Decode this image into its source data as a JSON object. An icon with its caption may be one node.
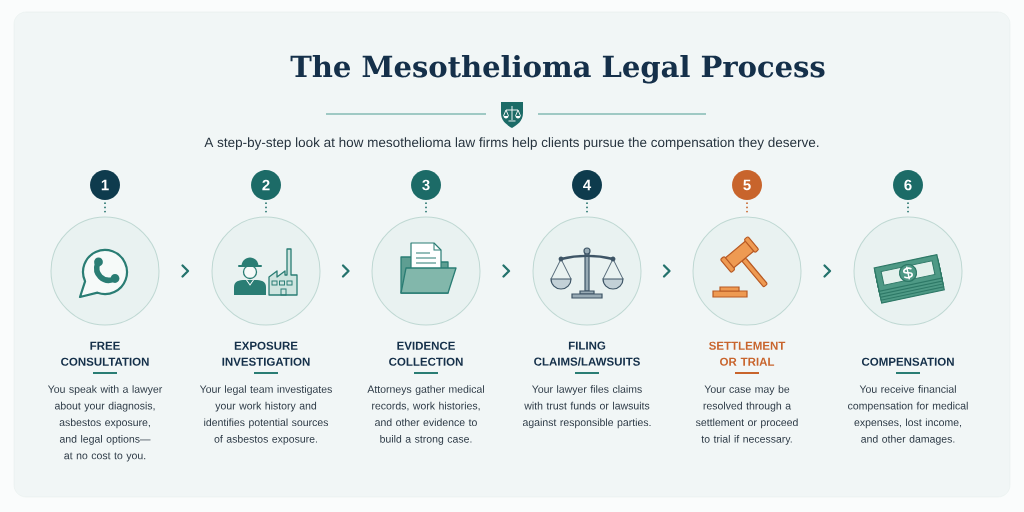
{
  "diagram": {
    "title": "The Mesothelioma Legal Process",
    "nodes": [
      {
        "text": [
          "1"
        ]
      },
      {
        "text": [],
        "shape": "circle",
        "beside": [
          "FREE CONSULTATION",
          "You speak with a lawyer about your diagnosis, asbestos exposure, and legal options—at no cost to you."
        ]
      },
      {
        "text": [
          "2"
        ]
      },
      {
        "text": [],
        "shape": "circle",
        "beside": [
          "EXPOSURE INVESTIGATION",
          "Your legal team investigates your work history and identifies potential sources of asbestos exposure."
        ]
      },
      {
        "text": [
          "3"
        ]
      },
      {
        "text": [],
        "shape": "circle",
        "beside": [
          "EVIDENCE COLLECTION",
          "Attorneys gather medical records, work histories, and other evidence to build a strong case."
        ]
      },
      {
        "text": [
          "4"
        ]
      },
      {
        "text": [],
        "shape": "circle",
        "beside": [
          "FILING CLAIMS/LAWSUITS",
          "Your lawyer files claims with trust funds or lawsuits against responsible parties."
        ]
      },
      {
        "text": [
          "5"
        ]
      },
      {
        "text": [],
        "shape": "circle",
        "beside": [
          "SETTLEMENT OR TRIAL",
          "Your case may be resolved through a settlement or proceed to trial if necessary."
        ]
      },
      {
        "text": [
          "6"
        ]
      },
      {
        "text": [],
        "shape": "circle",
        "beside": [
          "COMPENSATION",
          "You receive financial compensation for medical expenses, lost income, and other damages."
        ]
      }
    ],
    "edges": [
      {
        "from": 0,
        "to": 1,
        "arrow": "none",
        "style": "dashed"
      },
      {
        "from": 1,
        "to": 3,
        "arrow": "to"
      },
      {
        "from": 2,
        "to": 3,
        "arrow": "none",
        "style": "dashed"
      },
      {
        "from": 3,
        "to": 5,
        "arrow": "to"
      },
      {
        "from": 4,
        "to": 5,
        "arrow": "none",
        "style": "dashed"
      },
      {
        "from": 5,
        "to": 7,
        "arrow": "to"
      },
      {
        "from": 6,
        "to": 7,
        "arrow": "none",
        "style": "dashed"
      },
      {
        "from": 7,
        "to": 9,
        "arrow": "to"
      },
      {
        "from": 8,
        "to": 9,
        "arrow": "none",
        "style": "dashed",
        "color": "#c8642c"
      },
      {
        "from": 9,
        "to": 11,
        "arrow": "to"
      },
      {
        "from": 10,
        "to": 11,
        "arrow": "none",
        "style": "dashed"
      }
    ],
    "labels": [
      "A step-by-step look at how mesothelioma law firms help clients pursue the compensation they deserve."
    ]
  }
}
